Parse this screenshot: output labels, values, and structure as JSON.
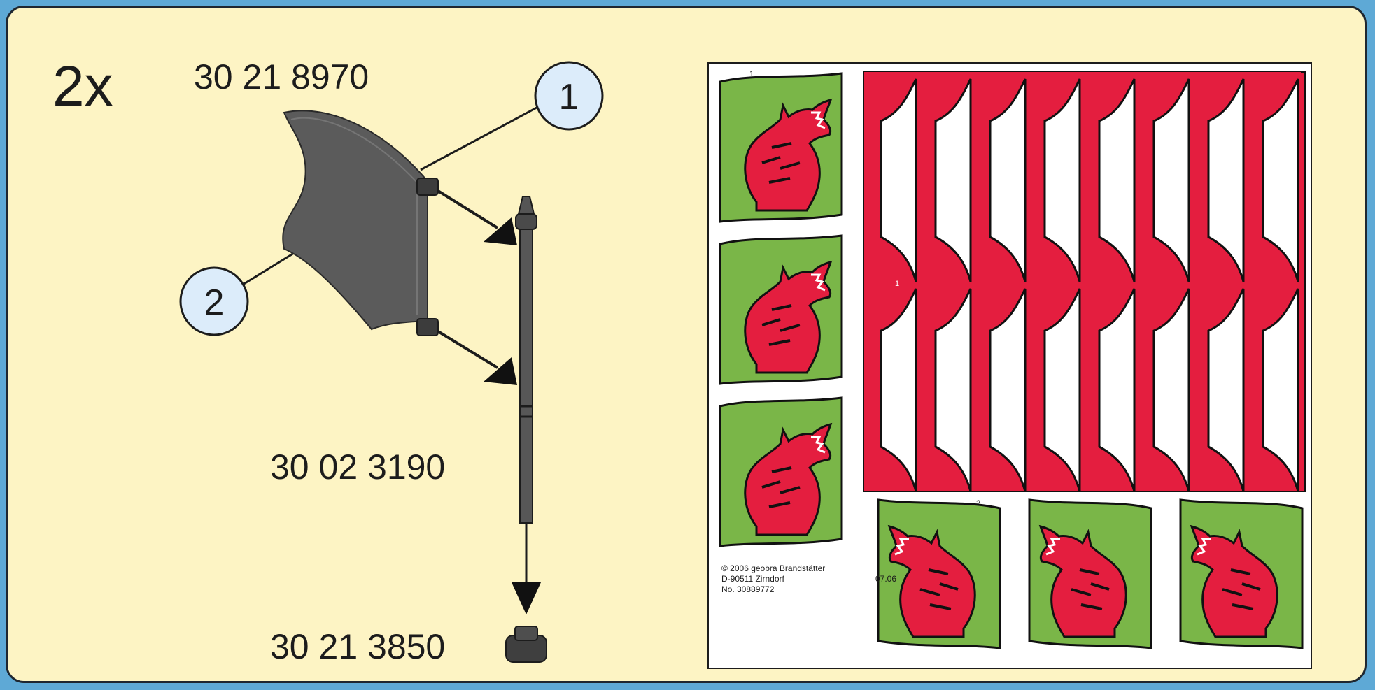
{
  "assembly": {
    "quantity": "2x",
    "flag_part_number": "30 21 8970",
    "pole_part_number": "30 02 3190",
    "base_part_number": "30 21 3850",
    "callouts": [
      "1",
      "2"
    ]
  },
  "sticker_sheet": {
    "copyright_line": "© 2006 geobra Brandstätter",
    "address": "D-90511 Zirndorf",
    "date_code": "07.06",
    "sheet_number": "No. 30889772",
    "labels": {
      "wolf_banner": "1",
      "pennant_strip": "1",
      "wolf_banner_bottom": "2"
    }
  },
  "colors": {
    "background": "#fdf4c4",
    "border": "#5ea9d6",
    "banner_red": "#e41e3f",
    "banner_green": "#7ab648",
    "part_gray": "#5a5a5a",
    "callout_fill": "#dcecfa"
  }
}
